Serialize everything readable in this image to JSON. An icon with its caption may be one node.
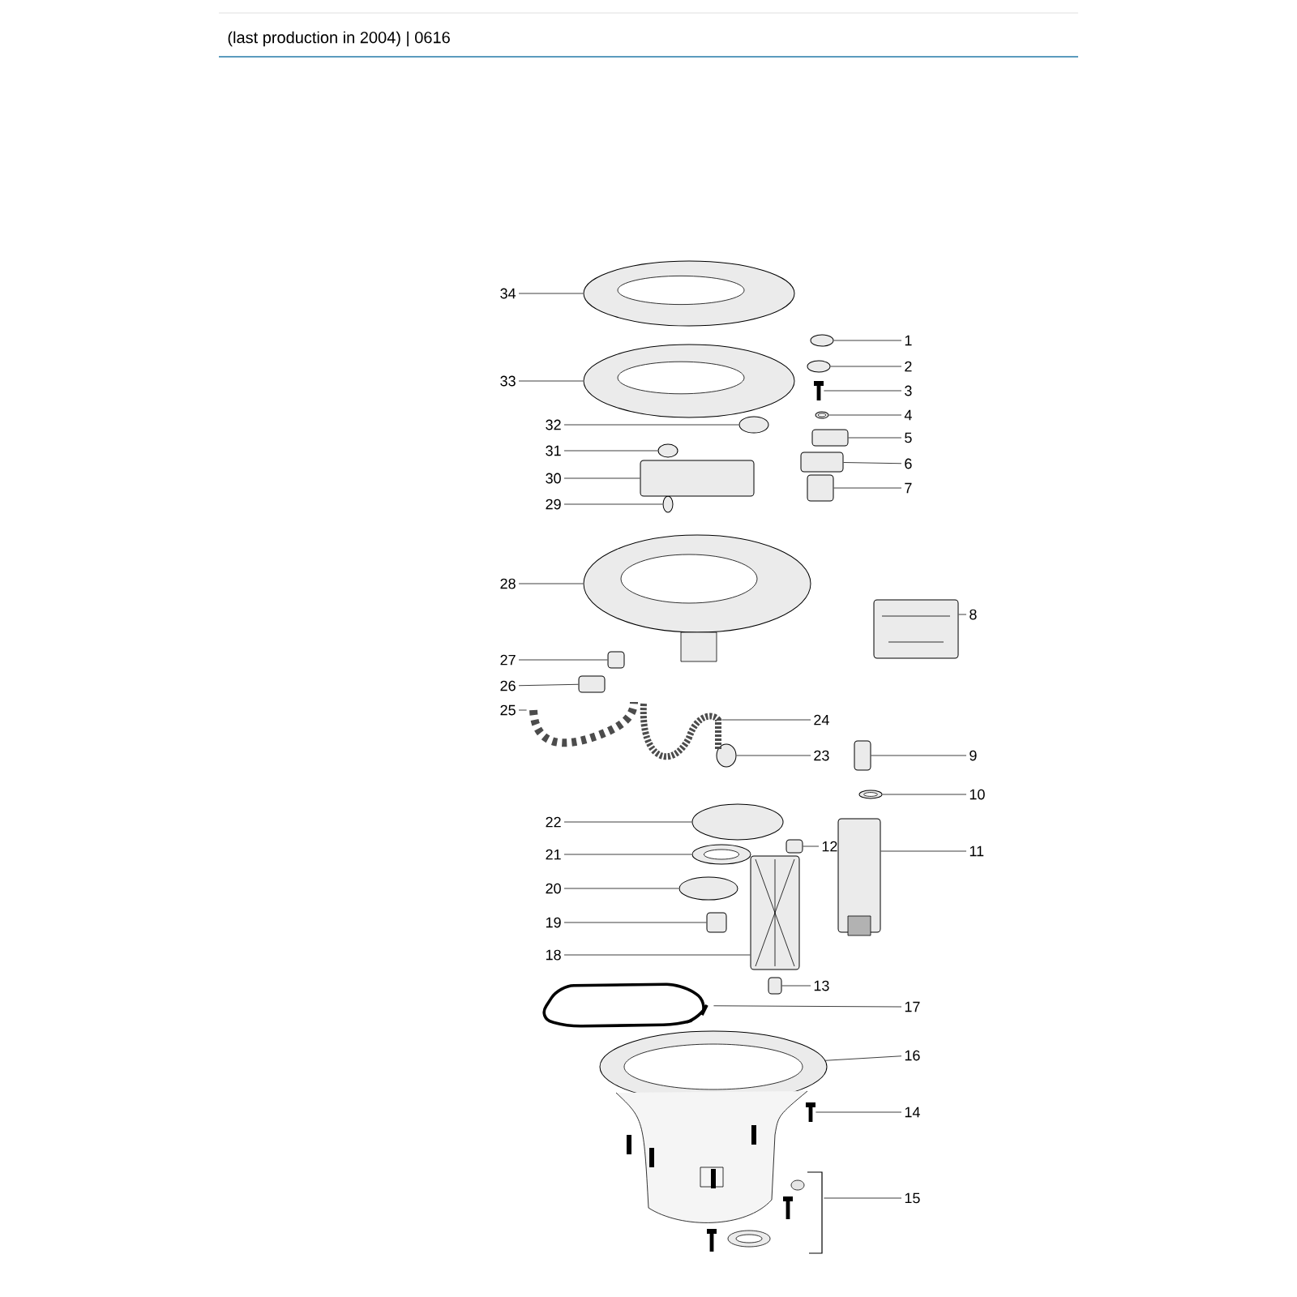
{
  "diagram": {
    "title": "(last production in 2004) | 0616",
    "nodes": [
      {
        "text": [
          "1"
        ]
      },
      {
        "text": [
          "2"
        ]
      },
      {
        "text": [
          "3"
        ]
      },
      {
        "text": [
          "4"
        ]
      },
      {
        "text": [
          "5"
        ]
      },
      {
        "text": [
          "6"
        ]
      },
      {
        "text": [
          "7"
        ]
      },
      {
        "text": [
          "8"
        ]
      },
      {
        "text": [
          "9"
        ]
      },
      {
        "text": [
          "10"
        ]
      },
      {
        "text": [
          "11"
        ]
      },
      {
        "text": [
          "12"
        ]
      },
      {
        "text": [
          "13"
        ]
      },
      {
        "text": [
          "14"
        ]
      },
      {
        "text": [
          "15"
        ]
      },
      {
        "text": [
          "16"
        ]
      },
      {
        "text": [
          "17"
        ]
      },
      {
        "text": [
          "18"
        ]
      },
      {
        "text": [
          "19"
        ]
      },
      {
        "text": [
          "20"
        ]
      },
      {
        "text": [
          "21"
        ]
      },
      {
        "text": [
          "22"
        ]
      },
      {
        "text": [
          "23"
        ]
      },
      {
        "text": [
          "24"
        ]
      },
      {
        "text": [
          "25"
        ]
      },
      {
        "text": [
          "26"
        ]
      },
      {
        "text": [
          "27"
        ]
      },
      {
        "text": [
          "28"
        ]
      },
      {
        "text": [
          "29"
        ]
      },
      {
        "text": [
          "30"
        ]
      },
      {
        "text": [
          "31"
        ]
      },
      {
        "text": [
          "32"
        ]
      },
      {
        "text": [
          "33"
        ]
      },
      {
        "text": [
          "34"
        ]
      },
      {
        "text": [],
        "shape": "circle"
      },
      {
        "text": [],
        "shape": "circle"
      },
      {
        "text": [],
        "shape": "picture"
      },
      {
        "text": [],
        "shape": "picture"
      },
      {
        "text": [],
        "shape": "box"
      },
      {
        "text": [],
        "shape": "box"
      },
      {
        "text": [],
        "shape": "box"
      },
      {
        "text": [],
        "shape": "picture"
      },
      {
        "text": [],
        "shape": "box"
      },
      {
        "text": [],
        "shape": "picture"
      },
      {
        "text": [],
        "shape": "picture"
      },
      {
        "text": [],
        "shape": "box"
      },
      {
        "text": [],
        "shape": "box"
      },
      {
        "text": [],
        "shape": "picture"
      },
      {
        "text": [],
        "shape": "picture"
      },
      {
        "text": [],
        "shape": "picture"
      },
      {
        "text": [],
        "shape": "picture"
      },
      {
        "text": [],
        "shape": "picture"
      },
      {
        "text": [],
        "shape": "box"
      },
      {
        "text": [],
        "shape": "circle"
      },
      {
        "text": [],
        "shape": "picture"
      },
      {
        "text": [],
        "shape": "circle"
      },
      {
        "text": [],
        "shape": "circle"
      },
      {
        "text": [],
        "shape": "picture"
      },
      {
        "text": [],
        "shape": "picture"
      },
      {
        "text": [],
        "shape": "box"
      },
      {
        "text": [],
        "shape": "box"
      },
      {
        "text": [],
        "shape": "picture"
      },
      {
        "text": [],
        "shape": "circle"
      },
      {
        "text": [],
        "shape": "box"
      },
      {
        "text": [],
        "shape": "circle"
      },
      {
        "text": [],
        "shape": "circle"
      },
      {
        "text": [],
        "shape": "picture"
      },
      {
        "text": [],
        "shape": "picture"
      }
    ],
    "edges": [
      {
        "from": 0,
        "to": 34,
        "arrow": "none"
      },
      {
        "from": 1,
        "to": 35,
        "arrow": "none"
      },
      {
        "from": 2,
        "to": 36,
        "arrow": "none"
      },
      {
        "from": 3,
        "to": 37,
        "arrow": "none"
      },
      {
        "from": 4,
        "to": 38,
        "arrow": "none"
      },
      {
        "from": 5,
        "to": 39,
        "arrow": "none"
      },
      {
        "from": 6,
        "to": 40,
        "arrow": "none"
      },
      {
        "from": 7,
        "to": 41,
        "arrow": "none"
      },
      {
        "from": 8,
        "to": 42,
        "arrow": "none"
      },
      {
        "from": 9,
        "to": 43,
        "arrow": "none"
      },
      {
        "from": 10,
        "to": 44,
        "arrow": "none"
      },
      {
        "from": 11,
        "to": 45,
        "arrow": "none"
      },
      {
        "from": 12,
        "to": 46,
        "arrow": "none"
      },
      {
        "from": 13,
        "to": 47,
        "arrow": "none"
      },
      {
        "from": 14,
        "to": 48,
        "arrow": "none"
      },
      {
        "from": 15,
        "to": 49,
        "arrow": "none"
      },
      {
        "from": 16,
        "to": 50,
        "arrow": "none"
      },
      {
        "from": 17,
        "to": 51,
        "arrow": "none"
      },
      {
        "from": 18,
        "to": 52,
        "arrow": "none"
      },
      {
        "from": 19,
        "to": 53,
        "arrow": "none"
      },
      {
        "from": 20,
        "to": 54,
        "arrow": "none"
      },
      {
        "from": 21,
        "to": 55,
        "arrow": "none"
      },
      {
        "from": 22,
        "to": 56,
        "arrow": "none"
      },
      {
        "from": 23,
        "to": 57,
        "arrow": "none"
      },
      {
        "from": 24,
        "to": 58,
        "arrow": "none"
      },
      {
        "from": 25,
        "to": 59,
        "arrow": "none"
      },
      {
        "from": 26,
        "to": 60,
        "arrow": "none"
      },
      {
        "from": 27,
        "to": 61,
        "arrow": "none"
      },
      {
        "from": 28,
        "to": 62,
        "arrow": "none"
      },
      {
        "from": 29,
        "to": 63,
        "arrow": "none"
      },
      {
        "from": 30,
        "to": 64,
        "arrow": "none"
      },
      {
        "from": 31,
        "to": 65,
        "arrow": "none"
      },
      {
        "from": 32,
        "to": 66,
        "arrow": "none"
      },
      {
        "from": 33,
        "to": 67,
        "arrow": "none"
      }
    ]
  }
}
